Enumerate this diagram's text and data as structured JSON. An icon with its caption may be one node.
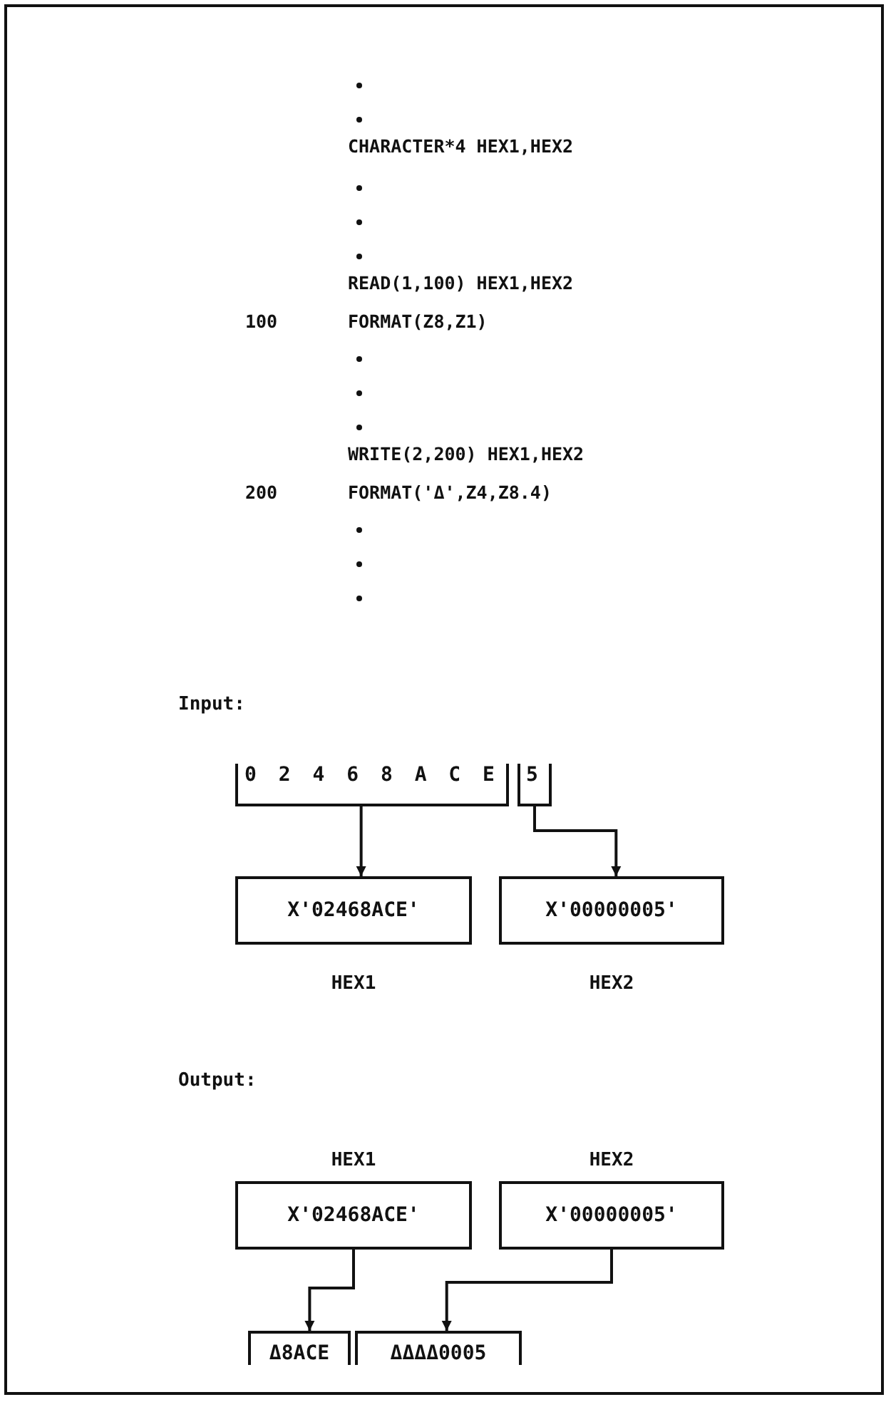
{
  "diagram": {
    "nodes": [
      {
        "text": [
          "0 2 4 6 8 A C E"
        ]
      },
      {
        "text": [
          "5"
        ]
      },
      {
        "text": [
          "X'02468ACE'"
        ],
        "beside": [
          "HEX1"
        ]
      },
      {
        "text": [
          "X'00000005'"
        ],
        "beside": [
          "HEX2"
        ]
      },
      {
        "text": [
          "X'02468ACE'"
        ],
        "beside": [
          "HEX1"
        ]
      },
      {
        "text": [
          "X'00000005'"
        ],
        "beside": [
          "HEX2"
        ]
      },
      {
        "text": [
          "Δ8ACE"
        ]
      },
      {
        "text": [
          "ΔΔΔΔ0005"
        ]
      }
    ],
    "edges": [
      {
        "from": 0,
        "to": 2,
        "arrow": "to"
      },
      {
        "from": 1,
        "to": 3,
        "arrow": "to"
      },
      {
        "from": 4,
        "to": 6,
        "arrow": "to"
      },
      {
        "from": 5,
        "to": 7,
        "arrow": "to"
      }
    ],
    "labels": [
      "CHARACTER*4 HEX1,HEX2",
      "READ(1,100) HEX1,HEX2",
      "100",
      "FORMAT(Z8,Z1)",
      "WRITE(2,200) HEX1,HEX2",
      "200",
      "FORMAT('Δ',Z4,Z8.4)",
      "Input:",
      "Output:"
    ]
  }
}
